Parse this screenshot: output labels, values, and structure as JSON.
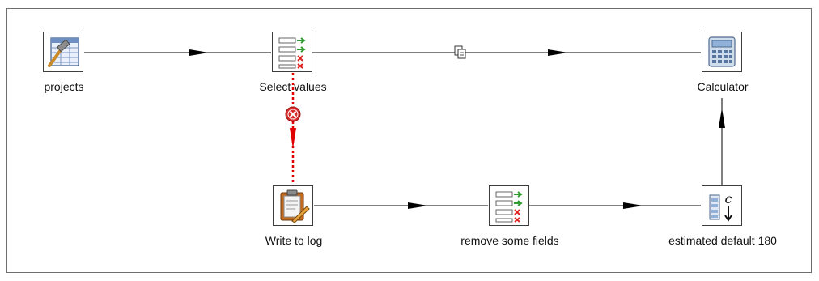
{
  "diagram": {
    "steps": {
      "projects": {
        "label": "projects",
        "icon": "table-input-hammer-icon"
      },
      "select_values": {
        "label": "Select values",
        "icon": "select-values-icon"
      },
      "calculator": {
        "label": "Calculator",
        "icon": "calculator-icon"
      },
      "write_to_log": {
        "label": "Write to log",
        "icon": "write-to-log-clipboard-icon"
      },
      "remove_some_fields": {
        "label": "remove some fields",
        "icon": "select-values-icon"
      },
      "estimated_default_180": {
        "label": "estimated default 180",
        "icon": "add-constant-c-icon"
      }
    },
    "hops": [
      {
        "from": "projects",
        "to": "select_values",
        "style": "normal"
      },
      {
        "from": "select_values",
        "to": "calculator",
        "style": "copy"
      },
      {
        "from": "select_values",
        "to": "write_to_log",
        "style": "error"
      },
      {
        "from": "write_to_log",
        "to": "remove_some_fields",
        "style": "normal"
      },
      {
        "from": "remove_some_fields",
        "to": "estimated_default_180",
        "style": "normal"
      },
      {
        "from": "estimated_default_180",
        "to": "calculator",
        "style": "normal"
      }
    ],
    "colors": {
      "hop": "#000000",
      "error_hop": "#e00000",
      "frame_border": "#6e6e6e"
    }
  }
}
